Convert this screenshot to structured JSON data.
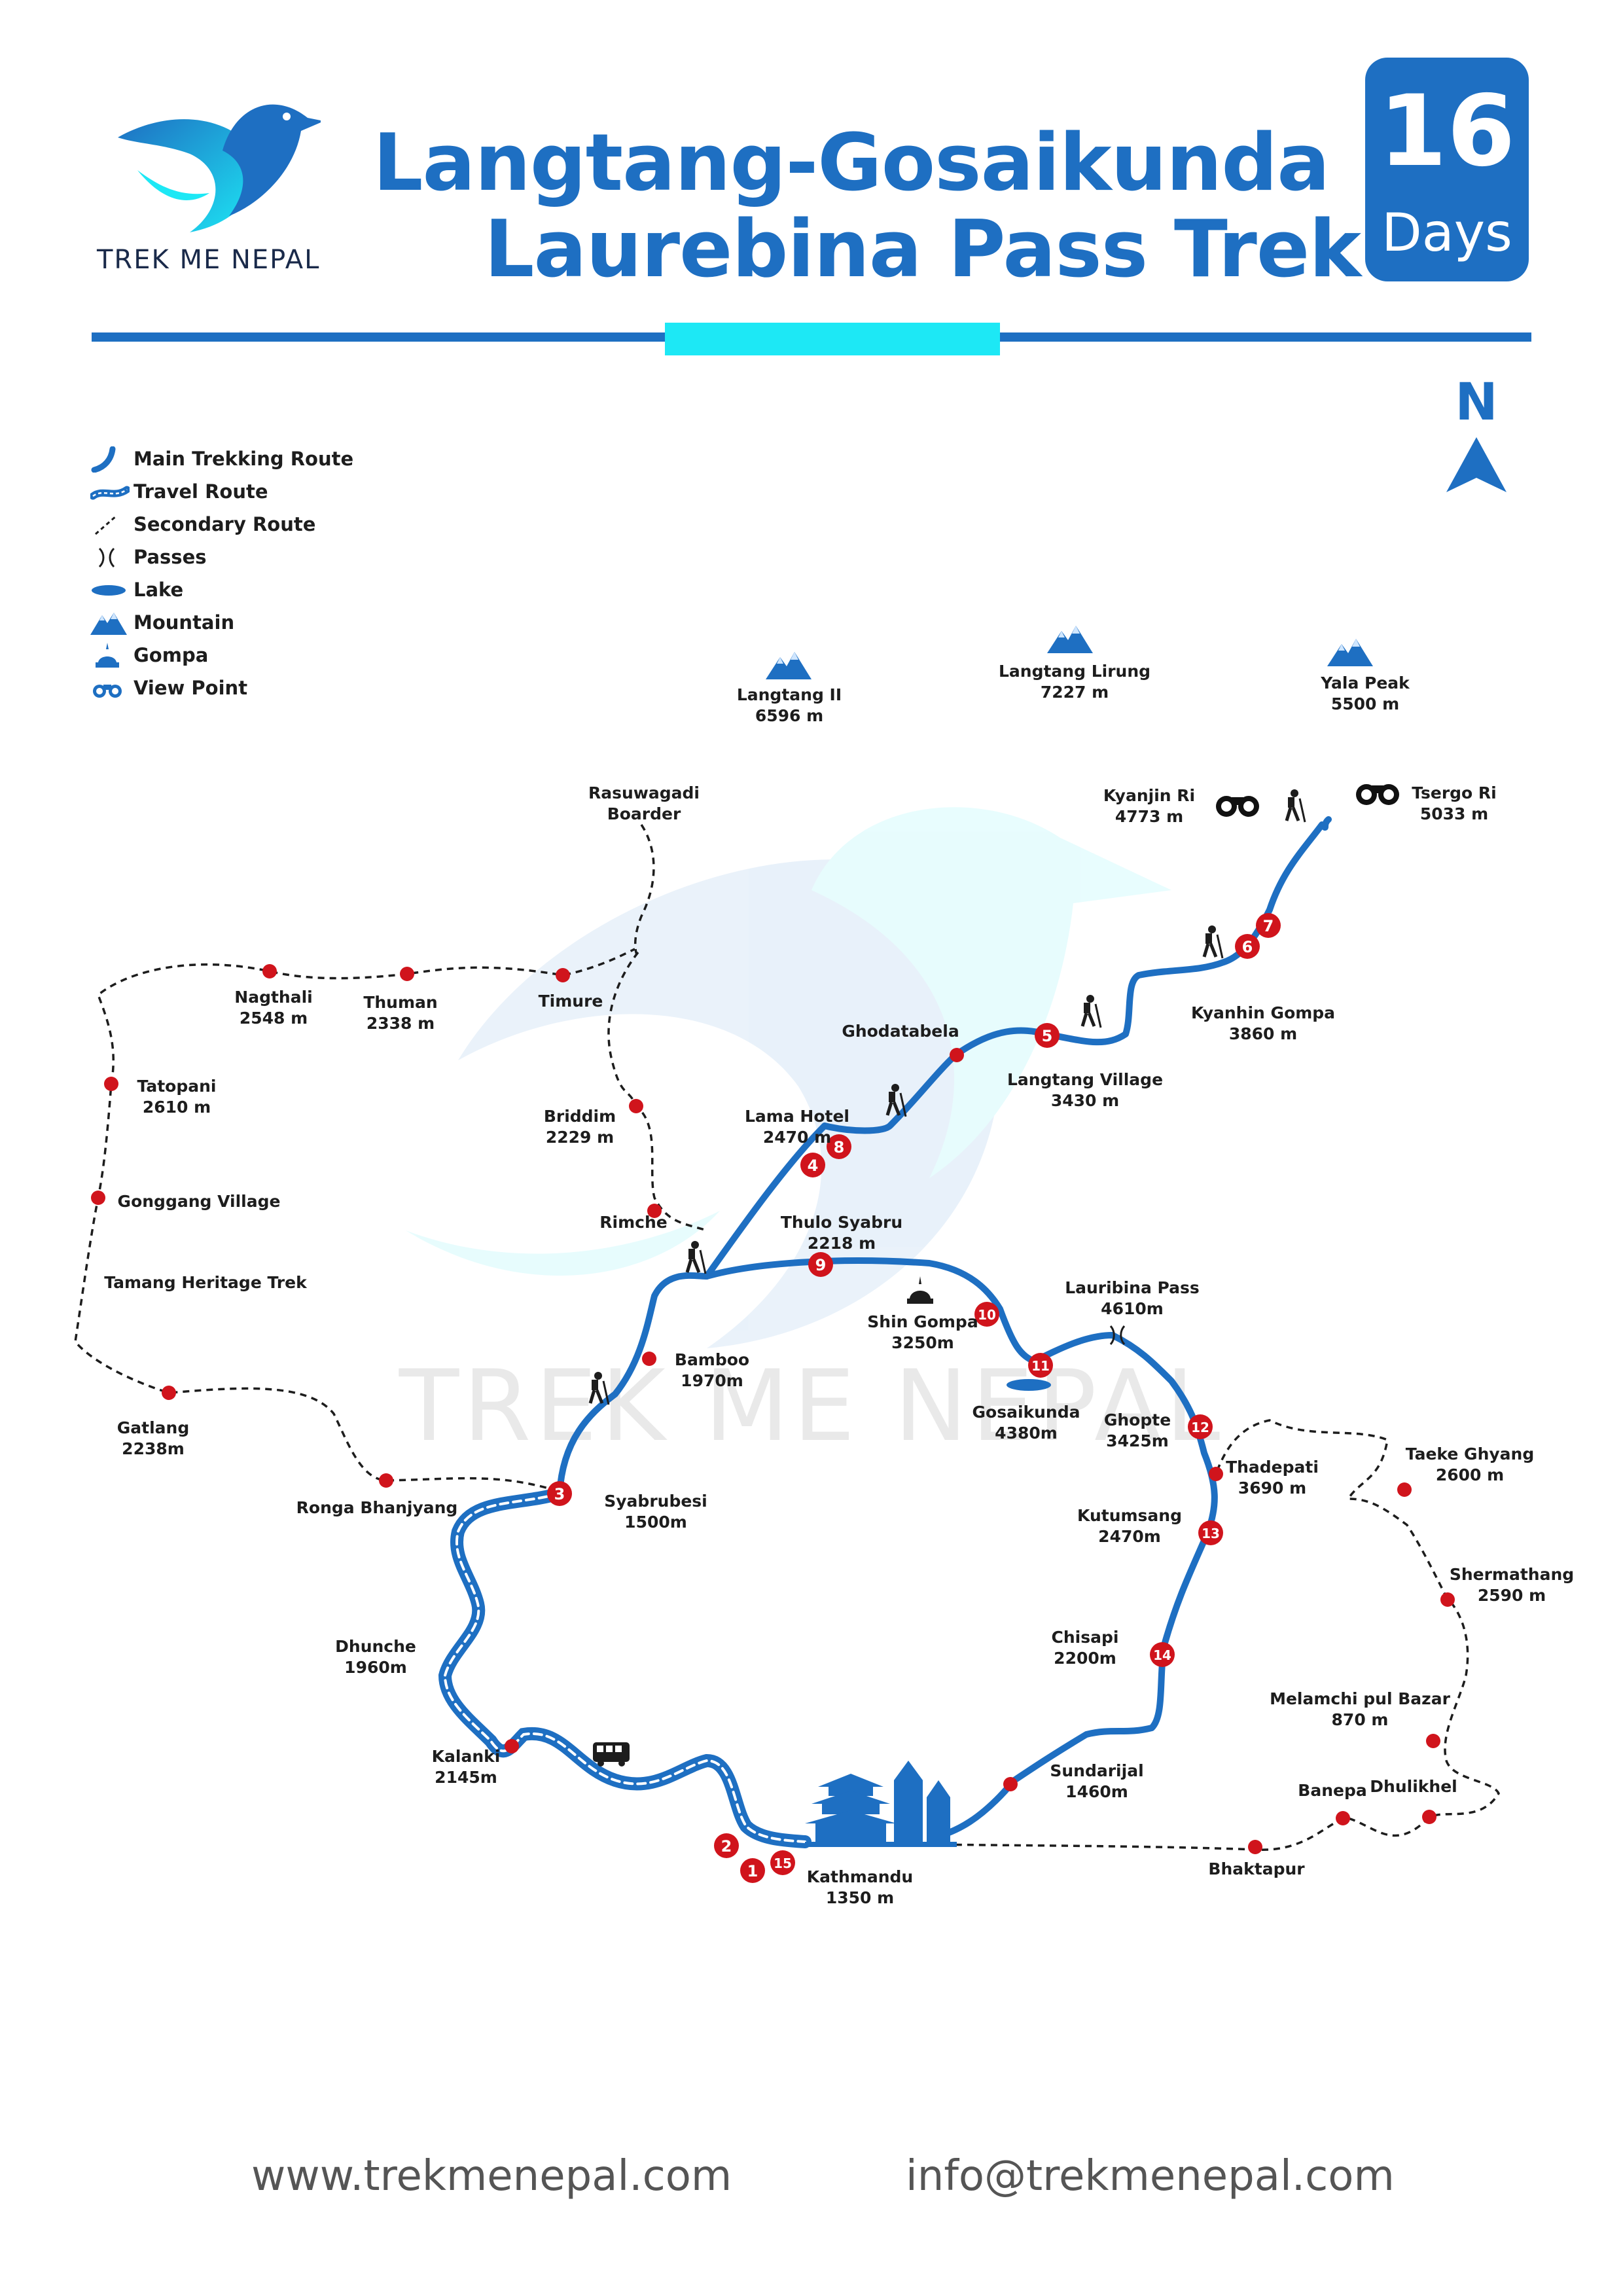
{
  "header": {
    "brand": "TREK ME NEPAL",
    "title_line1": "Langtang-Gosaikunda",
    "title_line2": "Laurebina Pass Trek",
    "days_number": "16",
    "days_label": "Days"
  },
  "compass": {
    "label": "N"
  },
  "colors": {
    "route_blue": "#1e6fc2",
    "accent_cyan": "#1de8f5",
    "stop_red": "#d0141c"
  },
  "legend": [
    {
      "label": "Main Trekking Route",
      "icon": "main-route-icon"
    },
    {
      "label": "Travel Route",
      "icon": "travel-route-icon"
    },
    {
      "label": "Secondary Route",
      "icon": "secondary-route-icon"
    },
    {
      "label": "Passes",
      "icon": "pass-icon"
    },
    {
      "label": "Lake",
      "icon": "lake-icon"
    },
    {
      "label": "Mountain",
      "icon": "mountain-icon"
    },
    {
      "label": "Gompa",
      "icon": "gompa-icon"
    },
    {
      "label": "View Point",
      "icon": "viewpoint-icon"
    }
  ],
  "watermark": "TREK ME NEPAL",
  "mountains": [
    {
      "name": "Langtang II",
      "alt": "6596 m"
    },
    {
      "name": "Langtang  Lirung",
      "alt": "7227 m"
    },
    {
      "name": "Yala Peak",
      "alt": "5500 m"
    }
  ],
  "places": [
    {
      "id": "kyanjin_ri",
      "name": "Kyanjin Ri",
      "alt": "4773 m"
    },
    {
      "id": "tsergo_ri",
      "name": "Tsergo Ri",
      "alt": "5033 m"
    },
    {
      "id": "rasuwagadi",
      "name": "Rasuwagadi",
      "alt": "Boarder"
    },
    {
      "id": "nagthali",
      "name": "Nagthali",
      "alt": "2548 m"
    },
    {
      "id": "thuman",
      "name": "Thuman",
      "alt": "2338 m"
    },
    {
      "id": "timure",
      "name": "Timure",
      "alt": ""
    },
    {
      "id": "tatopani",
      "name": "Tatopani",
      "alt": "2610 m"
    },
    {
      "id": "gonggang",
      "name": "Gonggang Village",
      "alt": ""
    },
    {
      "id": "tamang",
      "name": "Tamang Heritage Trek",
      "alt": ""
    },
    {
      "id": "gatlang",
      "name": "Gatlang",
      "alt": "2238m"
    },
    {
      "id": "ronga",
      "name": "Ronga Bhanjyang",
      "alt": ""
    },
    {
      "id": "briddim",
      "name": "Briddim",
      "alt": "2229 m"
    },
    {
      "id": "rimche",
      "name": "Rimche",
      "alt": ""
    },
    {
      "id": "ghodatabela",
      "name": "Ghodatabela",
      "alt": ""
    },
    {
      "id": "lama_hotel",
      "name": "Lama Hotel",
      "alt": "2470 m"
    },
    {
      "id": "langtang_village",
      "name": "Langtang Village",
      "alt": "3430 m"
    },
    {
      "id": "kyanhin_gompa",
      "name": "Kyanhin Gompa",
      "alt": "3860 m"
    },
    {
      "id": "thulo_syabru",
      "name": "Thulo Syabru",
      "alt": "2218 m"
    },
    {
      "id": "bamboo",
      "name": "Bamboo",
      "alt": "1970m"
    },
    {
      "id": "shin_gompa",
      "name": "Shin Gompa",
      "alt": "3250m"
    },
    {
      "id": "lauribina",
      "name": "Lauribina Pass",
      "alt": "4610m"
    },
    {
      "id": "gosaikunda",
      "name": "Gosaikunda",
      "alt": "4380m"
    },
    {
      "id": "ghopte",
      "name": "Ghopte",
      "alt": "3425m"
    },
    {
      "id": "thadepati",
      "name": "Thadepati",
      "alt": "3690 m"
    },
    {
      "id": "taeke_ghyang",
      "name": "Taeke Ghyang",
      "alt": "2600 m"
    },
    {
      "id": "syabrubesi",
      "name": "Syabrubesi",
      "alt": "1500m"
    },
    {
      "id": "kutumsang",
      "name": "Kutumsang",
      "alt": "2470m"
    },
    {
      "id": "shermathang",
      "name": "Shermathang",
      "alt": "2590 m"
    },
    {
      "id": "dhunche",
      "name": "Dhunche",
      "alt": "1960m"
    },
    {
      "id": "chisapi",
      "name": "Chisapi",
      "alt": "2200m"
    },
    {
      "id": "melamchi",
      "name": "Melamchi pul Bazar",
      "alt": "870 m"
    },
    {
      "id": "kalanki",
      "name": "Kalanki",
      "alt": "2145m"
    },
    {
      "id": "sundarijal",
      "name": "Sundarijal",
      "alt": "1460m"
    },
    {
      "id": "banepa",
      "name": "Banepa",
      "alt": ""
    },
    {
      "id": "dhulikhel",
      "name": "Dhulikhel",
      "alt": ""
    },
    {
      "id": "bhaktapur",
      "name": "Bhaktapur",
      "alt": ""
    },
    {
      "id": "kathmandu",
      "name": "Kathmandu",
      "alt": "1350 m"
    }
  ],
  "day_markers": [
    "1",
    "2",
    "3",
    "4",
    "5",
    "6",
    "7",
    "8",
    "9",
    "10",
    "11",
    "12",
    "13",
    "14",
    "15"
  ],
  "footer": {
    "website": "www.trekmenepal.com",
    "email": "info@trekmenepal.com"
  }
}
